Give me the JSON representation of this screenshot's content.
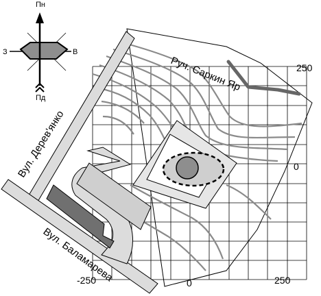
{
  "compass": {
    "north": "Пн",
    "south": "Пд",
    "west": "З",
    "east": "В"
  },
  "streets": {
    "derevianko": "Вул. Дерев'янко",
    "balamarev": "Вул. Баламарева",
    "stream": "Руч. Саркин Яр"
  },
  "axes": {
    "x_ticks": [
      "-250",
      "0",
      "250"
    ],
    "y_ticks": [
      "250",
      "0"
    ]
  },
  "colors": {
    "grid": "#000000",
    "contour": "#8a8a8a",
    "road_fill": "#dcdcdc",
    "building_dark": "#707070",
    "building_light": "#cfcfcf",
    "object_fill": "#8e8e8e",
    "stream": "#666666"
  }
}
